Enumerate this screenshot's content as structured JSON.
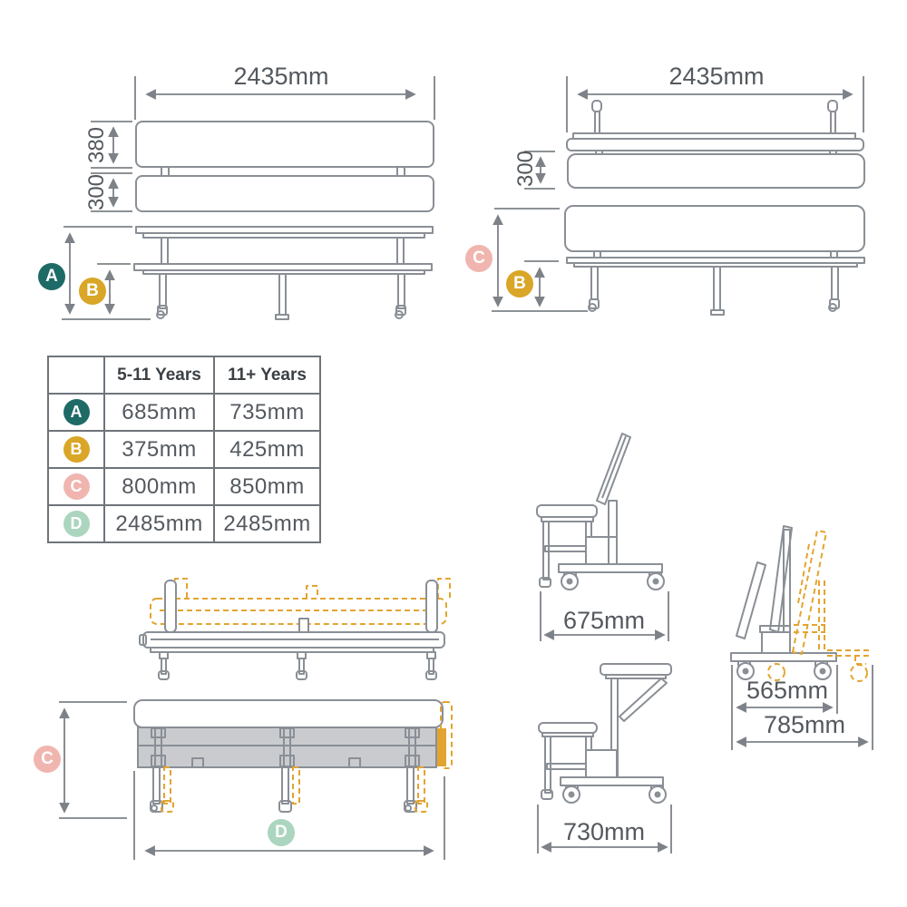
{
  "palette": {
    "line_gray": "#8a8f96",
    "dim_gray": "#7d8288",
    "text_gray": "#54595f",
    "header_text": "#3b4045",
    "teal": "#1e6a66",
    "gold": "#d9a627",
    "pink": "#f0b5af",
    "mint": "#abd5bf",
    "orange_dashed": "#e3a42f",
    "panel_gray_fill": "#c9cbce"
  },
  "badges": {
    "a": "A",
    "b": "B",
    "c": "C",
    "d": "D"
  },
  "diagrams": {
    "bench_front": {
      "width": "2435mm",
      "back_board_height": "380",
      "seat_board_height": "300"
    },
    "table_bench_front": {
      "width": "2435mm",
      "bench_board_height": "300"
    },
    "trolley_upright": {
      "width": "675mm"
    },
    "trolley_folded": {
      "width": "730mm"
    },
    "trolley_tilt": {
      "inner_width": "565mm",
      "outer_width": "785mm"
    }
  },
  "size_table": {
    "headers": {
      "col0": "",
      "col1": "5-11 Years",
      "col2": "11+ Years"
    },
    "rows": [
      {
        "letter": "A",
        "color": "#1e6a66",
        "value_5_11": "685mm",
        "value_11_plus": "735mm"
      },
      {
        "letter": "B",
        "color": "#d9a627",
        "value_5_11": "375mm",
        "value_11_plus": "425mm"
      },
      {
        "letter": "C",
        "color": "#f0b5af",
        "value_5_11": "800mm",
        "value_11_plus": "850mm"
      },
      {
        "letter": "D",
        "color": "#abd5bf",
        "value_5_11": "2485mm",
        "value_11_plus": "2485mm"
      }
    ]
  }
}
